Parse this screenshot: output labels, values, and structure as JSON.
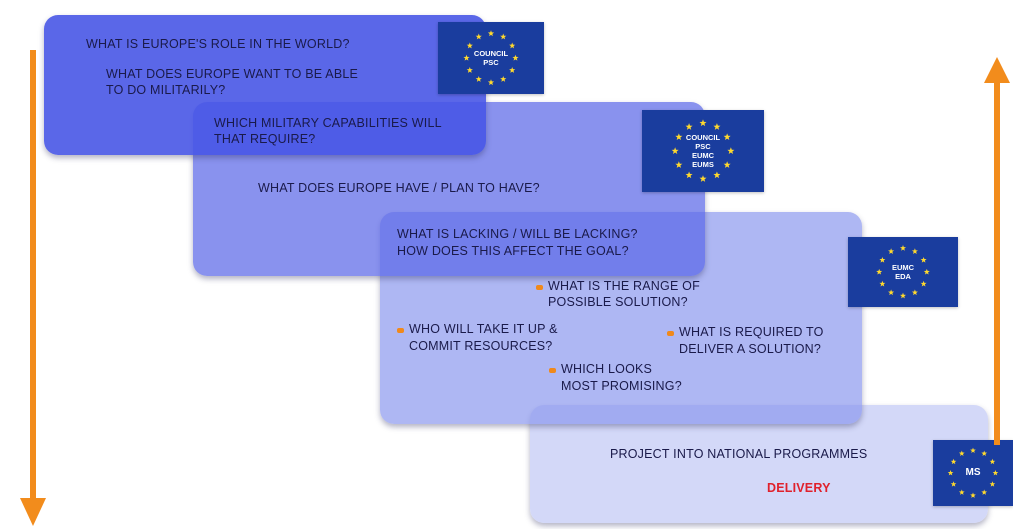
{
  "colors": {
    "panel1": "#4c5ce9",
    "panel2": "#6f79ec",
    "panel3": "#9fa8f2",
    "panel4": "#d4d9f9",
    "text": "#1a1a4a",
    "arrow": "#f28c1c",
    "flag_blue": "#1a3d9e",
    "flag_star": "#ffd92e",
    "delivery": "#e0212c",
    "bullet": "#f0891b"
  },
  "step1": {
    "question_role": "WHAT IS EUROPE'S ROLE IN THE WORLD?",
    "question_military_line1": "WHAT DOES EUROPE WANT TO BE ABLE",
    "question_military_line2": "TO DO MILITARILY?",
    "flag_label": "COUNCIL\nPSC"
  },
  "step2": {
    "question_capabilities_line1": "WHICH MILITARY CAPABILITIES WILL",
    "question_capabilities_line2": "THAT REQUIRE?",
    "question_have": "WHAT DOES EUROPE HAVE / PLAN TO HAVE?",
    "flag_label": "COUNCIL\nPSC\nEUMC\nEUMS"
  },
  "step3": {
    "question_lacking_line1": "WHAT IS LACKING / WILL BE LACKING?",
    "question_lacking_line2": "HOW DOES THIS AFFECT THE GOAL?",
    "range_line1": "WHAT IS THE RANGE OF",
    "range_line2": "POSSIBLE SOLUTION?",
    "who_line1": "WHO WILL TAKE IT UP &",
    "who_line2": "COMMIT RESOURCES?",
    "required_line1": "WHAT IS REQUIRED TO",
    "required_line2": "DELIVER A SOLUTION?",
    "promising_line1": "WHICH LOOKS",
    "promising_line2": "MOST PROMISING?",
    "flag_label": "EUMC\nEDA"
  },
  "step4": {
    "project": "PROJECT INTO NATIONAL PROGRAMMES",
    "delivery": "DELIVERY",
    "flag_label": "MS"
  },
  "icons": {
    "down_arrow": "down-arrow-icon",
    "up_arrow": "up-arrow-icon",
    "eu_flag": "eu-flag-icon"
  }
}
